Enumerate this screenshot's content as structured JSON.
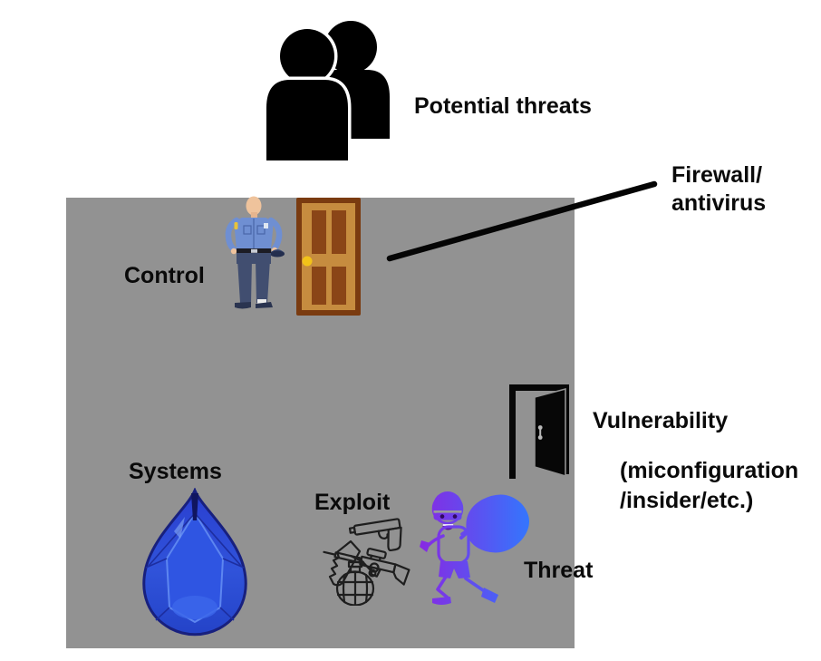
{
  "diagram": {
    "labels": {
      "potential_threats": "Potential threats",
      "firewall_line1": "Firewall/",
      "firewall_line2": "antivirus",
      "control": "Control",
      "vulnerability": "Vulnerability",
      "vulnerability_note_line1": "(miconfiguration",
      "vulnerability_note_line2": "/insider/etc.)",
      "systems": "Systems",
      "exploit": "Exploit",
      "threat": "Threat"
    },
    "icons": {
      "potential_threats": "people-icon",
      "control": "security-guard-icon",
      "firewall": "closed-door-icon",
      "firewall_pointer": "pointer-line",
      "vulnerability": "open-door-icon",
      "systems": "gem-icon",
      "exploit": "weapons-icon",
      "threat": "burglar-icon"
    },
    "colors": {
      "room_gray": "#929292",
      "text_black": "#0a0a0a",
      "door_frame_brown": "#7a3b10",
      "door_body_brown": "#c68c3f",
      "door_panel_brown": "#8a4517",
      "doorknob_yellow": "#f2c219",
      "gem_blue": "#2f55dd",
      "gem_dark_blue": "#18207e",
      "threat_purple": "#8928e2",
      "threat_blue": "#2e7bff"
    }
  }
}
